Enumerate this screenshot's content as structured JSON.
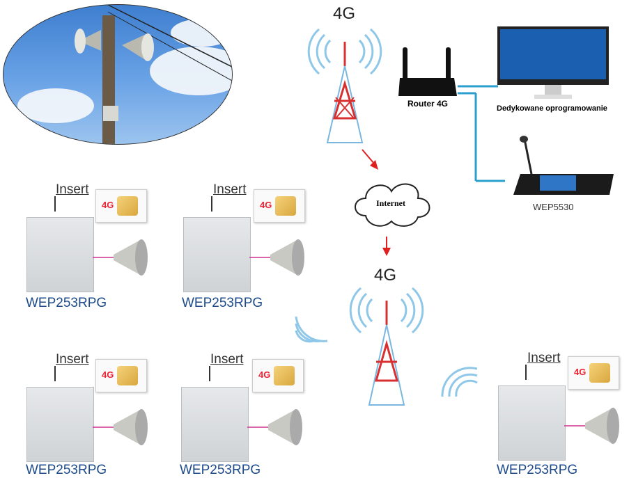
{
  "labels": {
    "tower_top": "4G",
    "tower_bottom": "4G",
    "router": "Router 4G",
    "software": "Dedykowane oprogramowanie",
    "internet": "Internet",
    "console": "WEP5530",
    "insert": "Insert",
    "sim": "4G",
    "device": "WEP253RPG"
  },
  "devices": [
    {
      "model": "WEP253RPG",
      "insert": "Insert",
      "sim": "4G"
    },
    {
      "model": "WEP253RPG",
      "insert": "Insert",
      "sim": "4G"
    },
    {
      "model": "WEP253RPG",
      "insert": "Insert",
      "sim": "4G"
    },
    {
      "model": "WEP253RPG",
      "insert": "Insert",
      "sim": "4G"
    },
    {
      "model": "WEP253RPG",
      "insert": "Insert",
      "sim": "4G"
    }
  ],
  "colors": {
    "link_line": "#2a9fd0",
    "arrow": "#e02020",
    "tower_red": "#d83030",
    "model_text": "#1c4a8a",
    "signal_waves": "#8fc7e8"
  }
}
